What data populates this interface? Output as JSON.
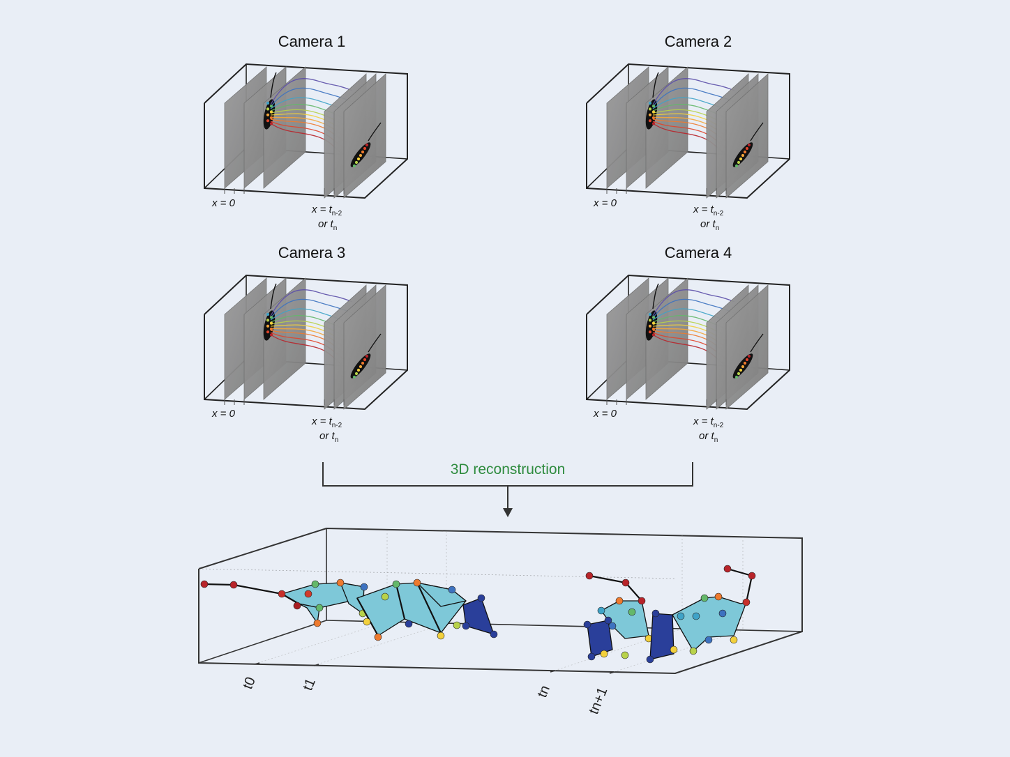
{
  "cameras": [
    {
      "title": "Camera 1",
      "x0": "x = 0",
      "xt_prefix": "x = t",
      "xt_sub": "n-2",
      "or_prefix": "or t",
      "or_sub": "n"
    },
    {
      "title": "Camera 2",
      "x0": "x = 0",
      "xt_prefix": "x = t",
      "xt_sub": "n-2",
      "or_prefix": "or t",
      "or_sub": "n"
    },
    {
      "title": "Camera 3",
      "x0": "x = 0",
      "xt_prefix": "x = t",
      "xt_sub": "n-2",
      "or_prefix": "or t",
      "or_sub": "n"
    },
    {
      "title": "Camera 4",
      "x0": "x = 0",
      "xt_prefix": "x = t",
      "xt_sub": "n-2",
      "or_prefix": "or t",
      "or_sub": "n"
    }
  ],
  "reconstruction": {
    "label": "3D reconstruction",
    "time_ticks": [
      "t0",
      "t1",
      "tn",
      "tn+1"
    ]
  },
  "colors": {
    "background": "#e9eef6",
    "box_stroke": "#222222",
    "frame_gray": "#8f8f8f",
    "mesh_light": "#7ec8d8",
    "mesh_dark": "#2a3f9a",
    "recon_label": "#2e8b3e",
    "trajectories": [
      "#5b4ea8",
      "#3d72c0",
      "#3fa3c8",
      "#64b86a",
      "#b8d24a",
      "#f2d03c",
      "#f4a63a",
      "#ee7a2e",
      "#e0442a",
      "#b8242a"
    ]
  }
}
